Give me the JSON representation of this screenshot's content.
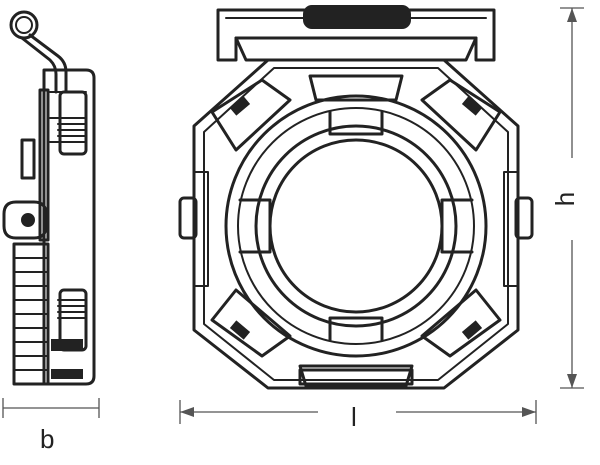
{
  "dimensions": {
    "width_label": "b",
    "length_label": "l",
    "height_label": "h"
  },
  "icons": [
    "side-view-lamp",
    "front-view-lamp",
    "hanging-hook",
    "handle-knob"
  ]
}
